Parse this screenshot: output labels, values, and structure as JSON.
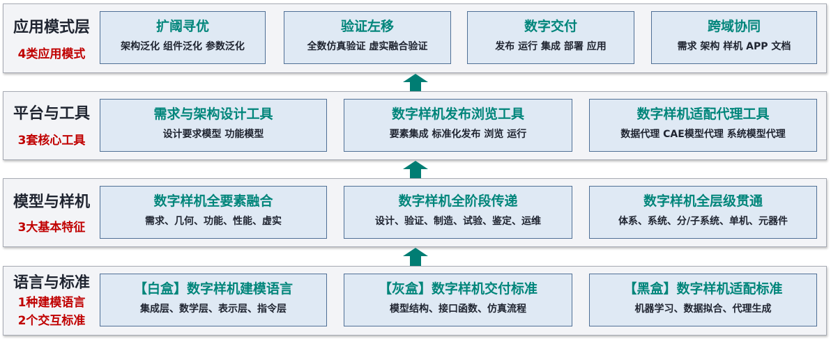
{
  "colors": {
    "box_fill": "#dfe9f4",
    "box_border": "#4f6f95",
    "title_teal": "#00857a",
    "subtitle_red": "#c00000",
    "arrow_teal": "#007d73",
    "layer_fill": "#f3f4f7"
  },
  "layers": [
    {
      "title": "应用模式层",
      "subtitle": "4类应用模式",
      "boxes": [
        {
          "title": "扩阈寻优",
          "sub": "架构泛化 组件泛化 参数泛化"
        },
        {
          "title": "验证左移",
          "sub": "全数仿真验证  虚实融合验证"
        },
        {
          "title": "数字交付",
          "sub": "发布 运行 集成 部署 应用"
        },
        {
          "title": "跨域协同",
          "sub": "需求 架构 样机 APP 文档"
        }
      ]
    },
    {
      "title": "平台与工具",
      "subtitle": "3套核心工具",
      "boxes": [
        {
          "title": "需求与架构设计工具",
          "sub": "设计要求模型 功能模型"
        },
        {
          "title": "数字样机发布浏览工具",
          "sub": "要素集成 标准化发布 浏览 运行"
        },
        {
          "title": "数字样机适配代理工具",
          "sub": "数据代理 CAE模型代理 系统模型代理"
        }
      ]
    },
    {
      "title": "模型与样机",
      "subtitle": "3大基本特征",
      "boxes": [
        {
          "title": "数字样机全要素融合",
          "sub": "需求、几何、功能、性能、虚实"
        },
        {
          "title": "数字样机全阶段传递",
          "sub": "设计、验证、制造、试验、鉴定、运维"
        },
        {
          "title": "数字样机全层级贯通",
          "sub": "体系、系统、分/子系统、单机、元器件"
        }
      ]
    },
    {
      "title": "语言与标准",
      "subtitle": "1种建模语言",
      "subtitle2": "2个交互标准",
      "boxes": [
        {
          "title": "【白盒】数字样机建模语言",
          "sub": "集成层、数学层、表示层、指令层"
        },
        {
          "title": "【灰盒】数字样机交付标准",
          "sub": "模型结构、接口函数、仿真流程"
        },
        {
          "title": "【黑盒】数字样机适配标准",
          "sub": "机器学习、数据拟合、代理生成"
        }
      ]
    }
  ]
}
